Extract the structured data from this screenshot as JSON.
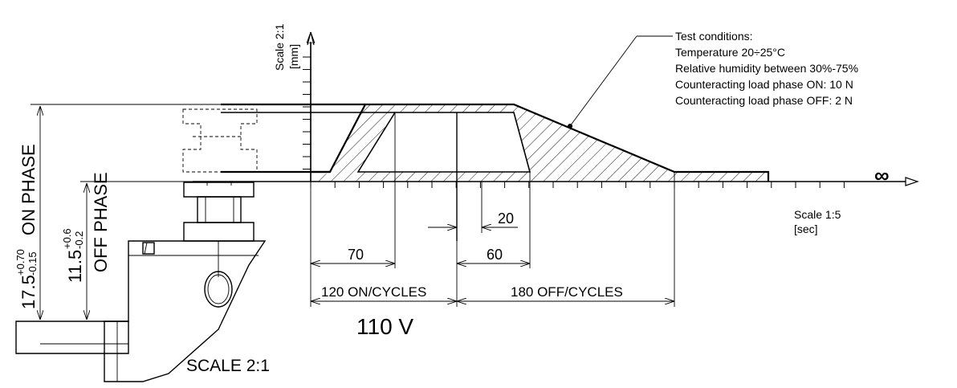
{
  "y_axis": {
    "label_line1": "Scale 2:1",
    "label_line2": "[mm]"
  },
  "x_axis": {
    "infinity_symbol": "∞",
    "label_line1": "Scale 1:5",
    "label_line2": "[sec]"
  },
  "test_conditions": {
    "title": "Test conditions:",
    "lines": [
      "Temperature 20÷25°C",
      "Relative humidity between 30%-75%",
      "Counteracting load phase ON: 10 N",
      "Counteracting load phase OFF: 2 N"
    ]
  },
  "dimensions": {
    "on_phase": {
      "value": "17.5",
      "tol_upper": "+0.70",
      "tol_lower": "-0.15",
      "label": "ON PHASE"
    },
    "off_phase": {
      "value": "11.5",
      "tol_upper": "+0.6",
      "tol_lower": "-0.2",
      "label": "OFF PHASE"
    },
    "d70": "70",
    "d60": "60",
    "d20": "20",
    "on_cycles": "120 ON/CYCLES",
    "off_cycles": "180 OFF/CYCLES"
  },
  "voltage": "110 V",
  "scale_note": "SCALE  2:1"
}
